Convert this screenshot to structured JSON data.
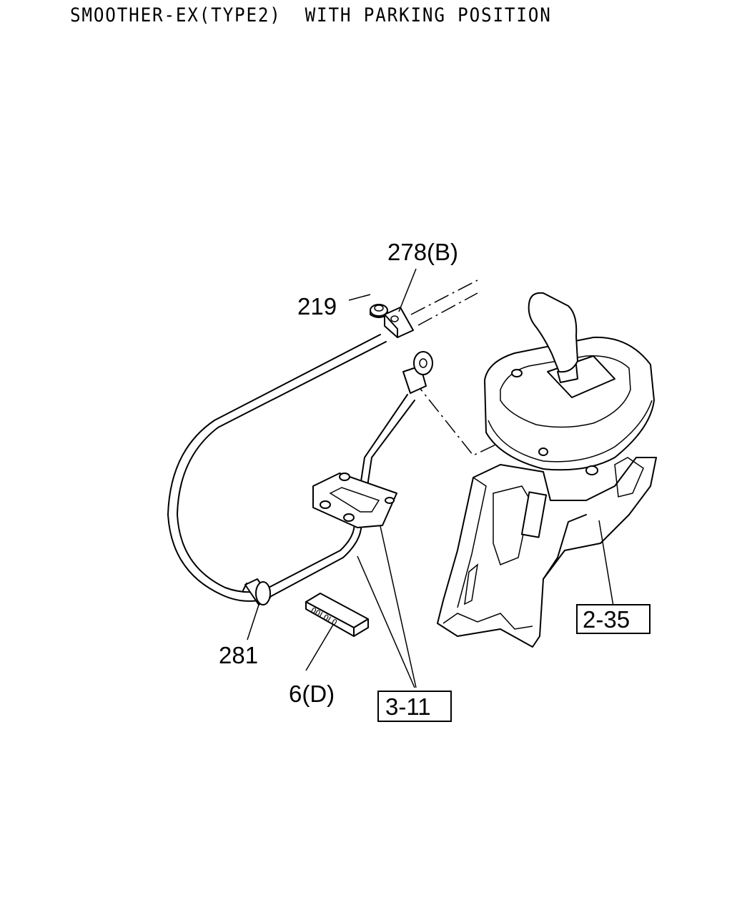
{
  "title": "SMOOTHER-EX(TYPE2)  WITH PARKING POSITION",
  "callouts": {
    "c278": "278(B)",
    "c219": "219",
    "c281": "281",
    "c6": "6(D)",
    "c311": "3-11",
    "c235": "2-35"
  },
  "plug_text": "OOLOLO"
}
